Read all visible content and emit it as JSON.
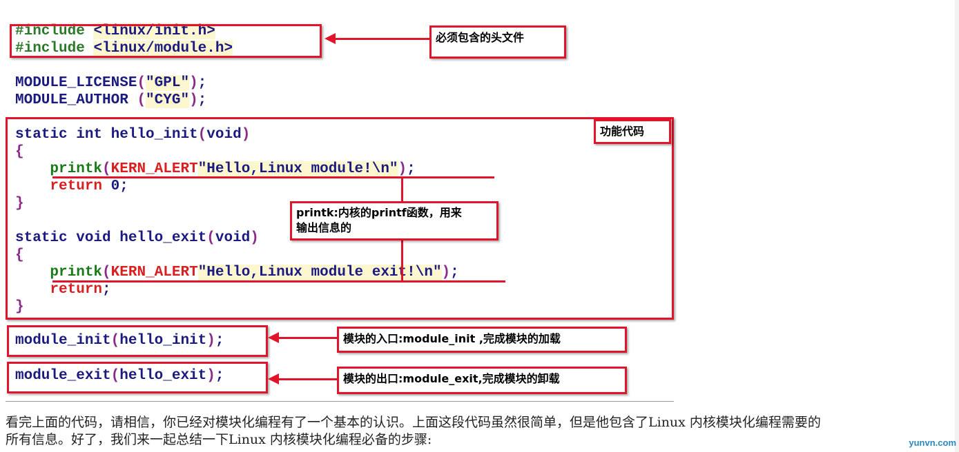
{
  "code": {
    "inc1_kw": "#include",
    "inc1_hdr": "<linux/init.h>",
    "inc2_kw": "#include",
    "inc2_hdr": "<linux/module.h>",
    "lic_fn": "MODULE_LICENSE",
    "lic_val": "\"GPL\"",
    "auth_fn": "MODULE_AUTHOR",
    "auth_val": "\"CYG\"",
    "init_sig1": "static int hello_init",
    "void": "void",
    "brace_open": "{",
    "brace_close": "}",
    "printk": "printk",
    "kern_alert": "KERN_ALERT",
    "str_init": "\"Hello,Linux module!\\n\"",
    "ret0_kw": "return",
    "ret0_val": "0",
    "exit_sig1": "static void hello_exit",
    "str_exit": "\"Hello,Linux module exit!\\n\"",
    "ret_kw": "return",
    "mod_init": "module_init",
    "mod_init_arg": "hello_init",
    "mod_exit": "module_exit",
    "mod_exit_arg": "hello_exit"
  },
  "notes": {
    "headers": "必须包含的头文件",
    "func": "功能代码",
    "printk_line1": "printk:内核的printf函数，用来",
    "printk_line2": "输出信息的",
    "entry": "模块的入口:module_init ,完成模块的加载",
    "exit": "模块的出口:module_exit,完成模块的卸载"
  },
  "paragraph": {
    "line1": "看完上面的代码，请相信，你已经对模块化编程有了一个基本的认识。上面这段代码虽然很简单，但是他包含了Linux 内核模块化编程需要的",
    "line2": "所有信息。好了，我们来一起总结一下Linux 内核模块化编程必备的步骤:"
  },
  "watermark": "yunvn.com",
  "colors": {
    "accent_red": "#e0142a",
    "code_blue": "#1a1a80",
    "code_green": "#2a7a2a",
    "highlight": "#fdf7d0"
  }
}
